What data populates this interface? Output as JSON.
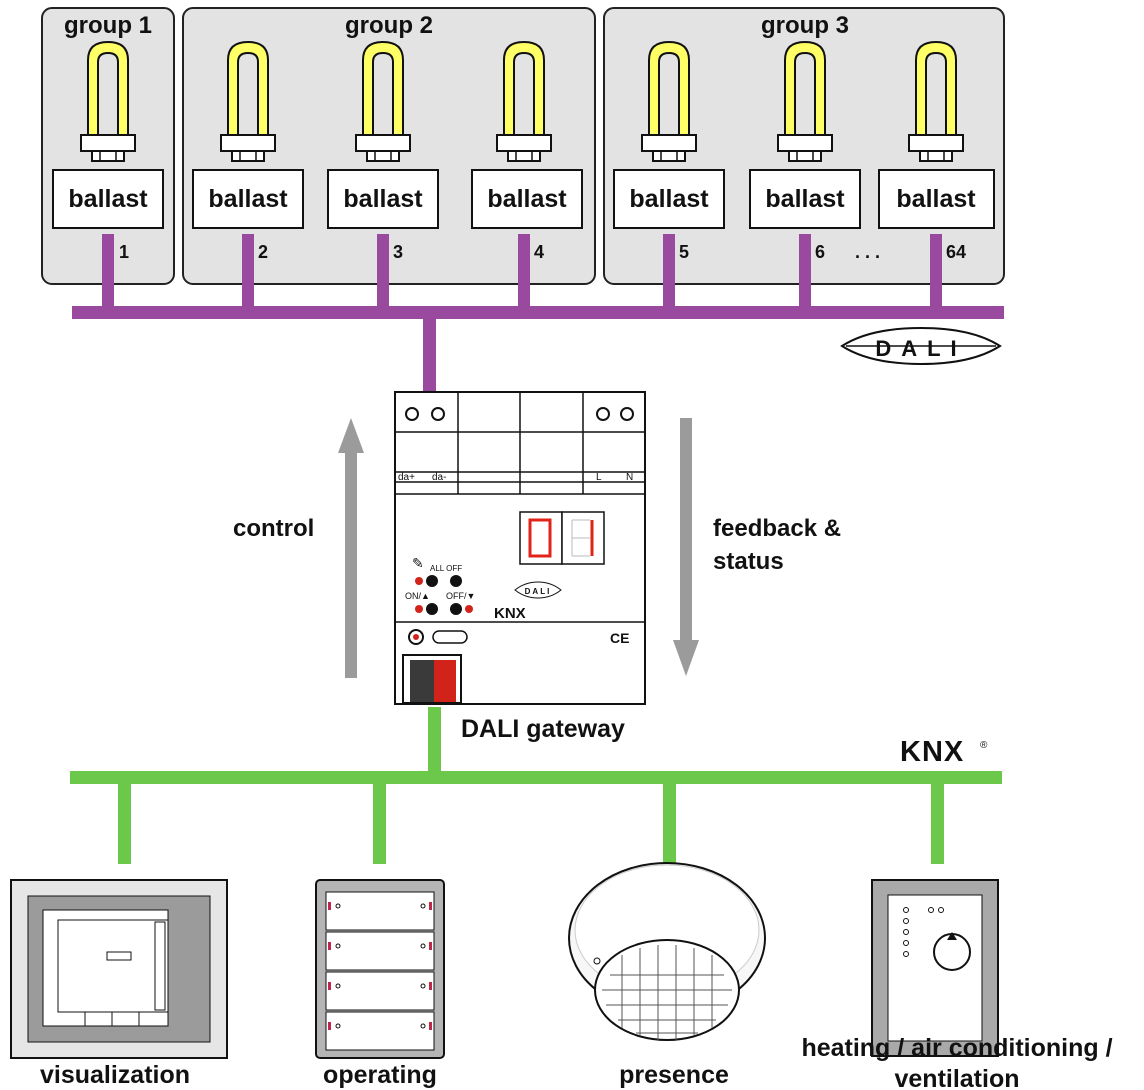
{
  "groups": [
    {
      "label": "group 1"
    },
    {
      "label": "group 2"
    },
    {
      "label": "group 3"
    }
  ],
  "ballasts": [
    {
      "label": "ballast",
      "number": "1"
    },
    {
      "label": "ballast",
      "number": "2"
    },
    {
      "label": "ballast",
      "number": "3"
    },
    {
      "label": "ballast",
      "number": "4"
    },
    {
      "label": "ballast",
      "number": "5"
    },
    {
      "label": "ballast",
      "number": "6"
    },
    {
      "label": "ballast",
      "number": "64"
    }
  ],
  "ellipsis": ". . .",
  "dali_logo": "DALI",
  "knx_logo": "KNX",
  "arrows": {
    "control": "control",
    "feedback_line1": "feedback &",
    "feedback_line2": "status"
  },
  "gateway": {
    "label": "DALI gateway",
    "terminal_labels": {
      "da_plus": "da+",
      "da_minus": "da-",
      "l": "L",
      "n": "N"
    },
    "display_value": "01",
    "button_all_off": "ALL OFF",
    "button_on": "ON/▲",
    "button_off": "OFF/▼",
    "ce_mark": "CE",
    "small_dali": "DALI",
    "small_knx": "KNX"
  },
  "devices": [
    {
      "label": "visualization"
    },
    {
      "label": "operating"
    },
    {
      "label": "presence"
    },
    {
      "label_line1": "heating / air conditioning /",
      "label_line2": "ventilation"
    }
  ],
  "colors": {
    "dali_bus": "#9a4a9e",
    "knx_bus": "#6cc84a",
    "panel": "#e3e3e3",
    "lamp": "#ffff66",
    "arrow": "#9b9b9b",
    "segment": "#e2231a"
  }
}
